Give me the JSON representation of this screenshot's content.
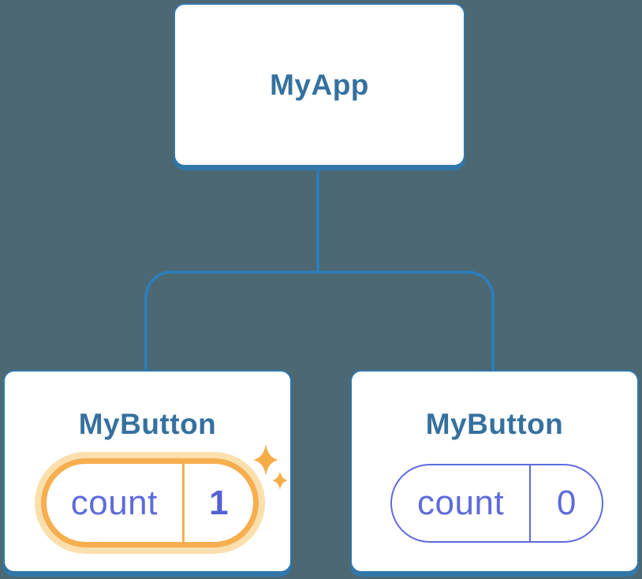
{
  "diagram": {
    "root": {
      "label": "MyApp"
    },
    "children": [
      {
        "label": "MyButton",
        "state": {
          "key": "count",
          "value": "1"
        },
        "highlighted": true
      },
      {
        "label": "MyButton",
        "state": {
          "key": "count",
          "value": "0"
        },
        "highlighted": false
      }
    ]
  },
  "icons": [
    {
      "name": "sparkles-icon",
      "meaning": "state just updated"
    }
  ],
  "colors": {
    "background": "#4C6873",
    "connector_line": "#2E7CB8",
    "card_border": "#3177A9",
    "card_background": "#FFFFFF",
    "node_title_text": "#35719E",
    "state_text": "#5E6BDC",
    "state_value_highlight_text": "#5560D4",
    "highlight_border": "#F7AE4F",
    "highlight_glow": "#FBDFAD",
    "sparkle": "#F7AC45"
  }
}
